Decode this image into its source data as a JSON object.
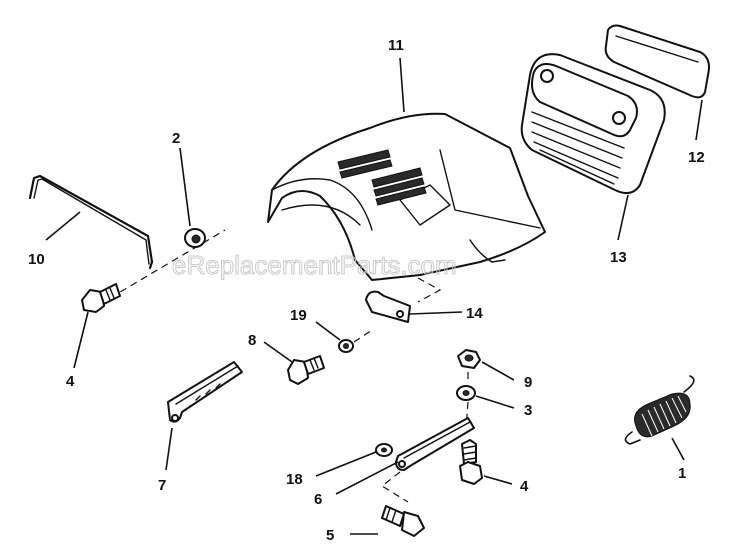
{
  "watermark": "eReplacementParts.com",
  "labels": {
    "p1": "1",
    "p2": "2",
    "p3": "3",
    "p4a": "4",
    "p4b": "4",
    "p5": "5",
    "p6": "6",
    "p7": "7",
    "p8": "8",
    "p9": "9",
    "p10": "10",
    "p11": "11",
    "p12": "12",
    "p13": "13",
    "p14": "14",
    "p18": "18",
    "p19": "19"
  }
}
